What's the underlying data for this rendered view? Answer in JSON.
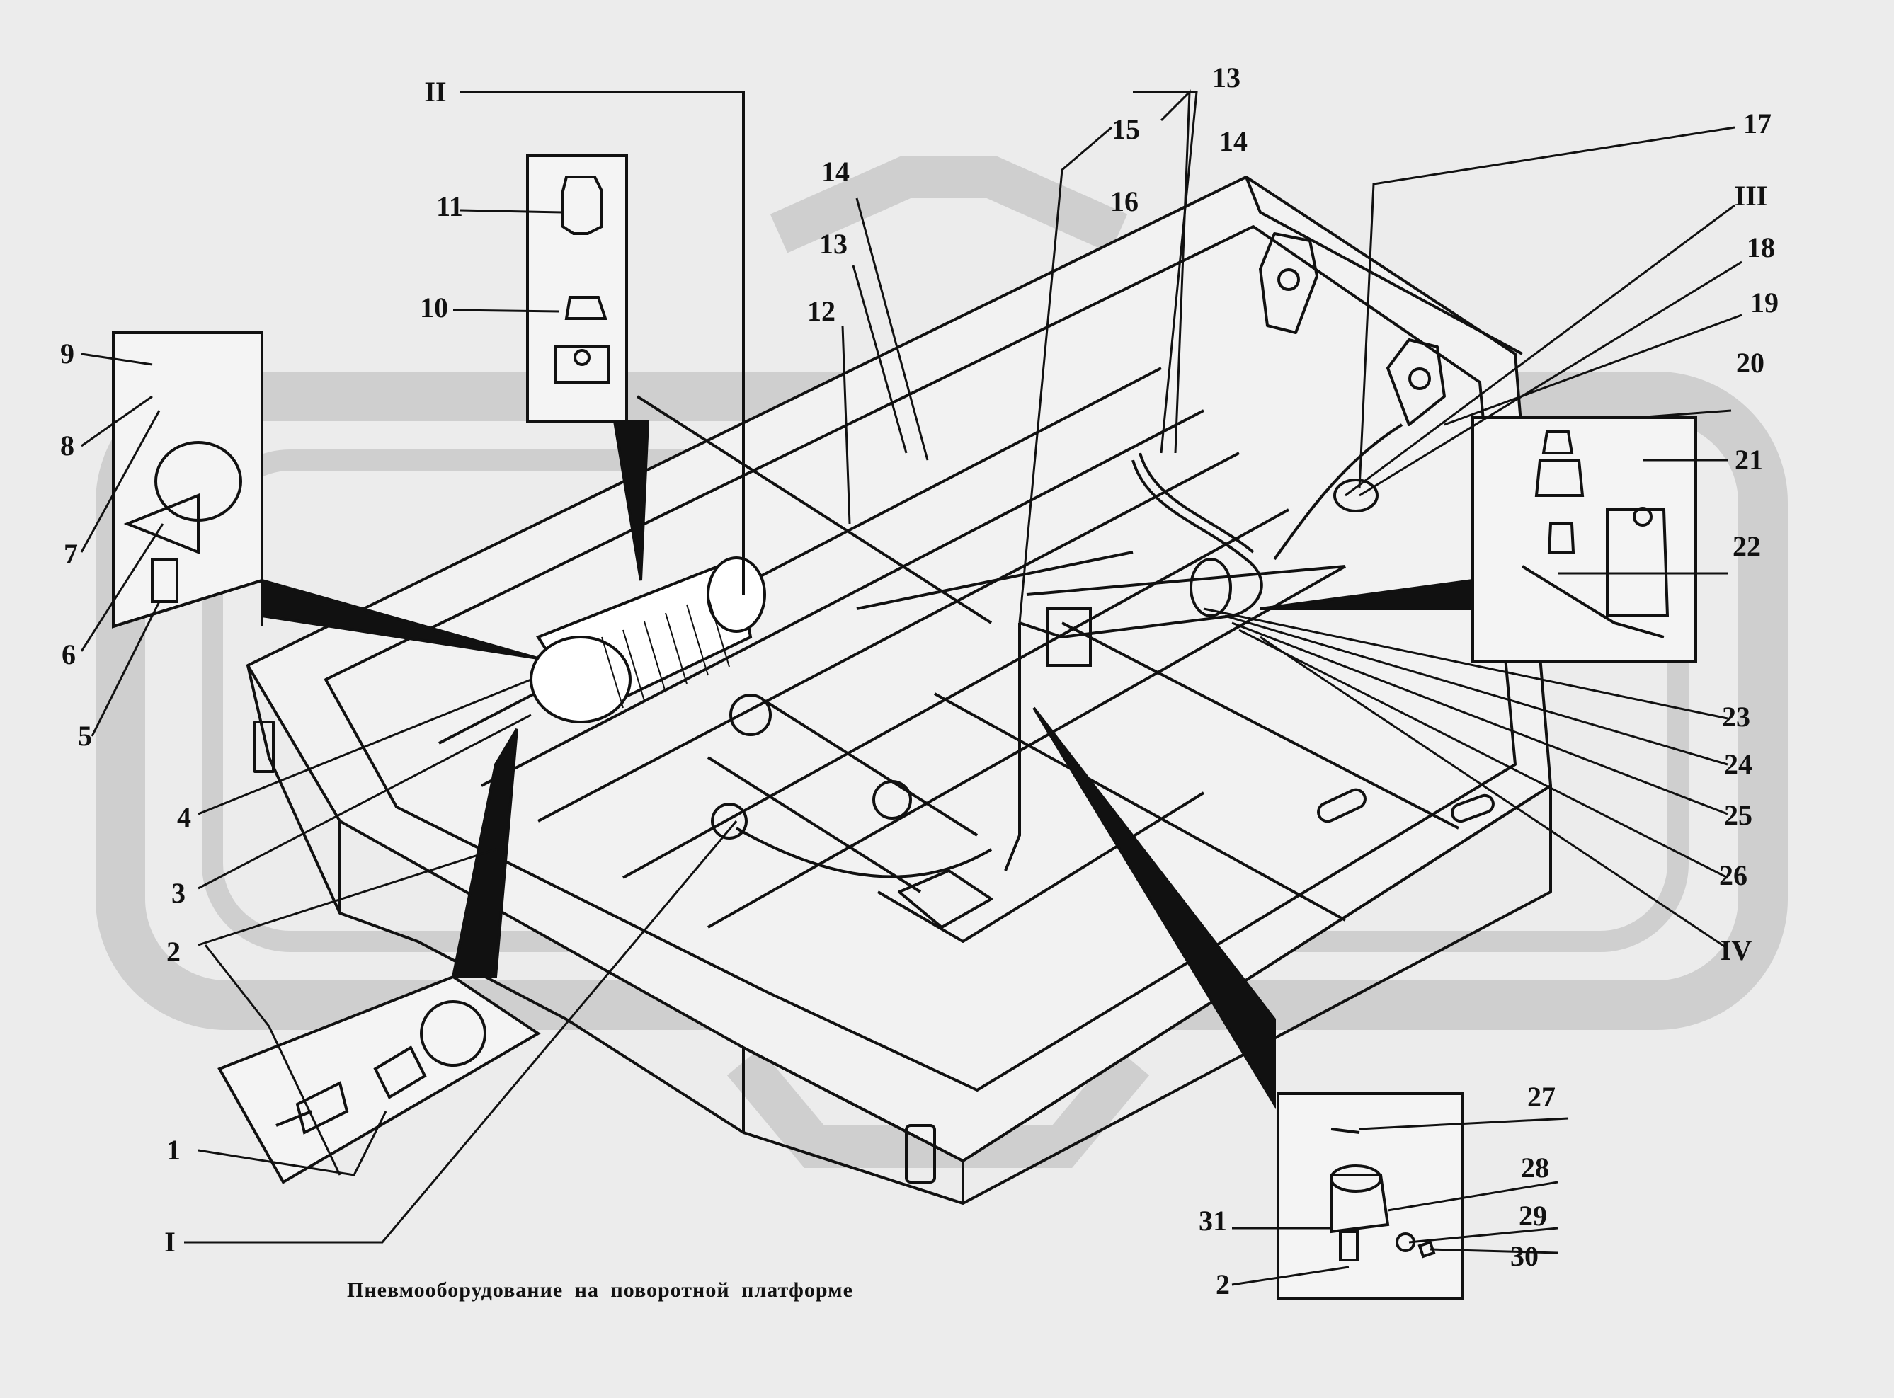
{
  "caption": "Пневмооборудование на поворотной платформе",
  "watermark_color": "#cfcfcf",
  "line_color": "#111111",
  "callouts": {
    "n1": "1",
    "n2a": "2",
    "n2b": "2",
    "n3": "3",
    "n4": "4",
    "n5": "5",
    "n6": "6",
    "n7": "7",
    "n8": "8",
    "n9": "9",
    "n10": "10",
    "n11": "11",
    "n12": "12",
    "n13a": "13",
    "n13b": "13",
    "n14a": "14",
    "n14b": "14",
    "n15": "15",
    "n16": "16",
    "n17": "17",
    "n18": "18",
    "n19": "19",
    "n20": "20",
    "n21": "21",
    "n22": "22",
    "n23": "23",
    "n24": "24",
    "n25": "25",
    "n26": "26",
    "n27": "27",
    "n28": "28",
    "n29": "29",
    "n30": "30",
    "n31": "31",
    "rI": "I",
    "rII": "II",
    "rIII": "III",
    "rIV": "IV"
  }
}
